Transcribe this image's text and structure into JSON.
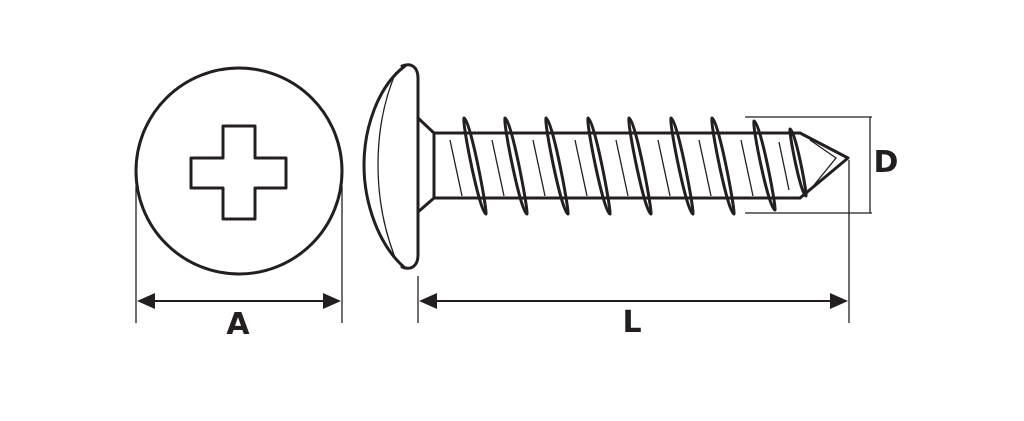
{
  "labels": {
    "head_diameter": "A",
    "length": "L",
    "thread_diameter": "D"
  },
  "colors": {
    "ink": "#231f20",
    "background": "#ffffff"
  },
  "icons": {
    "drive": "phillips-cross-icon"
  }
}
